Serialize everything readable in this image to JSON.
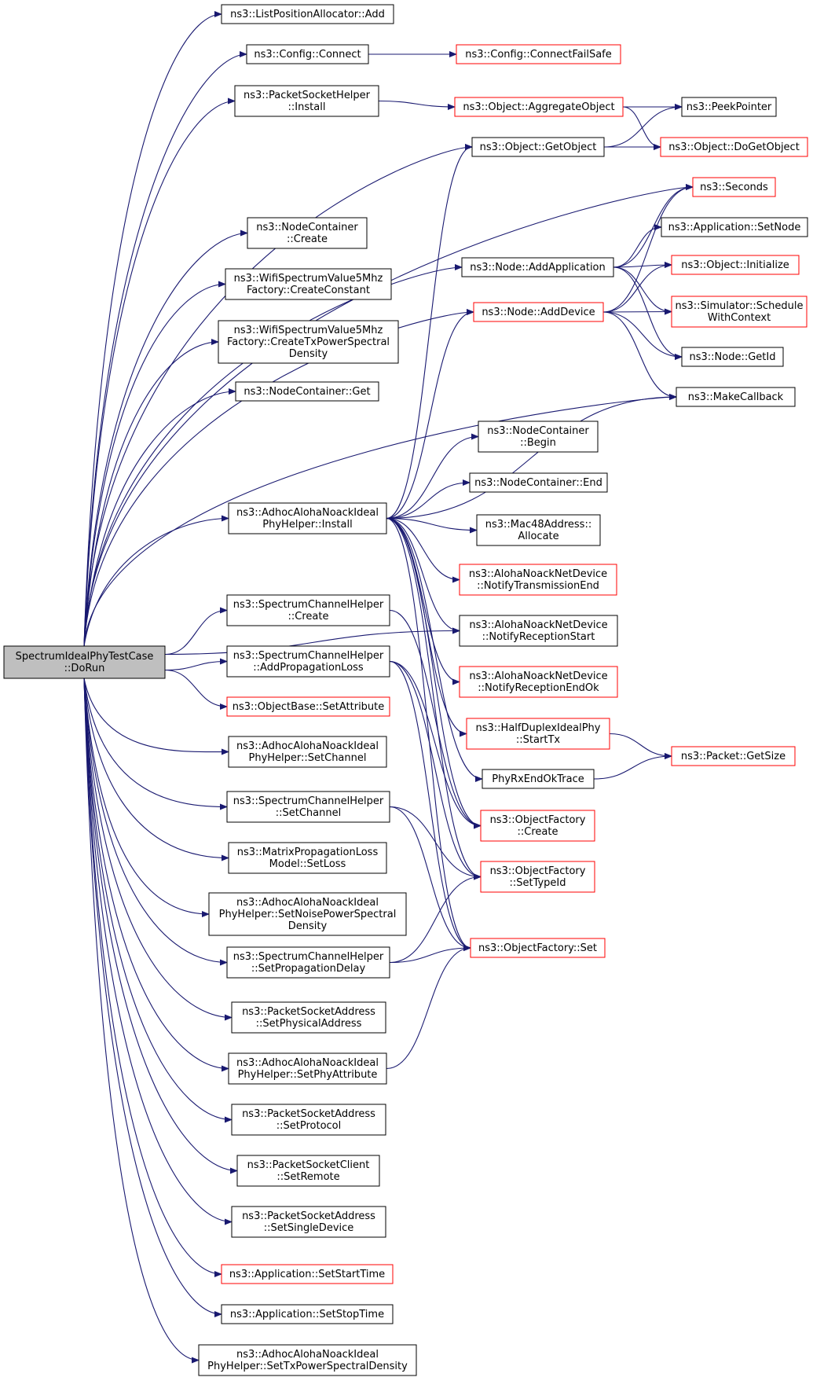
{
  "colors": {
    "edge": "#191970",
    "border_default": "#000000",
    "border_red": "#ff0000",
    "root_fill": "#bfbfbf",
    "fill": "#ffffff"
  },
  "root": {
    "id": "root",
    "lines": [
      "SpectrumIdealPhyTestCase",
      "::DoRun"
    ]
  },
  "nodes": [
    {
      "id": "n1",
      "lines": [
        "ns3::ListPositionAllocator::Add"
      ]
    },
    {
      "id": "n2",
      "lines": [
        "ns3::Config::Connect"
      ]
    },
    {
      "id": "n3",
      "lines": [
        "ns3::Config::ConnectFailSafe"
      ],
      "red": true
    },
    {
      "id": "n4",
      "lines": [
        "ns3::PacketSocketHelper",
        "::Install"
      ]
    },
    {
      "id": "n5",
      "lines": [
        "ns3::Object::AggregateObject"
      ],
      "red": true
    },
    {
      "id": "n6",
      "lines": [
        "ns3::PeekPointer"
      ]
    },
    {
      "id": "n7",
      "lines": [
        "ns3::Object::GetObject"
      ]
    },
    {
      "id": "n8",
      "lines": [
        "ns3::Object::DoGetObject"
      ],
      "red": true
    },
    {
      "id": "n9",
      "lines": [
        "ns3::Seconds"
      ],
      "red": true
    },
    {
      "id": "n10",
      "lines": [
        "ns3::NodeContainer",
        "::Create"
      ]
    },
    {
      "id": "n11",
      "lines": [
        "ns3::Application::SetNode"
      ]
    },
    {
      "id": "n12",
      "lines": [
        "ns3::WifiSpectrumValue5Mhz",
        "Factory::CreateConstant"
      ]
    },
    {
      "id": "n13",
      "lines": [
        "ns3::Node::AddApplication"
      ]
    },
    {
      "id": "n14",
      "lines": [
        "ns3::Object::Initialize"
      ],
      "red": true
    },
    {
      "id": "n15",
      "lines": [
        "ns3::Node::AddDevice"
      ],
      "red": true
    },
    {
      "id": "n16",
      "lines": [
        "ns3::Simulator::Schedule",
        "WithContext"
      ],
      "red": true
    },
    {
      "id": "n17",
      "lines": [
        "ns3::WifiSpectrumValue5Mhz",
        "Factory::CreateTxPowerSpectral",
        "Density"
      ]
    },
    {
      "id": "n18",
      "lines": [
        "ns3::Node::GetId"
      ]
    },
    {
      "id": "n19",
      "lines": [
        "ns3::NodeContainer::Get"
      ]
    },
    {
      "id": "n20",
      "lines": [
        "ns3::MakeCallback"
      ]
    },
    {
      "id": "n21",
      "lines": [
        "ns3::NodeContainer",
        "::Begin"
      ]
    },
    {
      "id": "n22",
      "lines": [
        "ns3::NodeContainer::End"
      ]
    },
    {
      "id": "n23",
      "lines": [
        "ns3::AdhocAlohaNoackIdeal",
        "PhyHelper::Install"
      ]
    },
    {
      "id": "n24",
      "lines": [
        "ns3::Mac48Address::",
        "Allocate"
      ]
    },
    {
      "id": "n25",
      "lines": [
        "ns3::AlohaNoackNetDevice",
        "::NotifyTransmissionEnd"
      ],
      "red": true
    },
    {
      "id": "n26",
      "lines": [
        "ns3::SpectrumChannelHelper",
        "::Create"
      ]
    },
    {
      "id": "n27",
      "lines": [
        "ns3::AlohaNoackNetDevice",
        "::NotifyReceptionStart"
      ]
    },
    {
      "id": "n28",
      "lines": [
        "ns3::SpectrumChannelHelper",
        "::AddPropagationLoss"
      ]
    },
    {
      "id": "n29",
      "lines": [
        "ns3::AlohaNoackNetDevice",
        "::NotifyReceptionEndOk"
      ],
      "red": true
    },
    {
      "id": "n30",
      "lines": [
        "ns3::ObjectBase::SetAttribute"
      ],
      "red": true
    },
    {
      "id": "n31",
      "lines": [
        "ns3::HalfDuplexIdealPhy",
        "::StartTx"
      ],
      "red": true
    },
    {
      "id": "n32",
      "lines": [
        "ns3::AdhocAlohaNoackIdeal",
        "PhyHelper::SetChannel"
      ]
    },
    {
      "id": "n33",
      "lines": [
        "ns3::Packet::GetSize"
      ],
      "red": true
    },
    {
      "id": "n34",
      "lines": [
        "PhyRxEndOkTrace"
      ]
    },
    {
      "id": "n35",
      "lines": [
        "ns3::SpectrumChannelHelper",
        "::SetChannel"
      ]
    },
    {
      "id": "n36",
      "lines": [
        "ns3::ObjectFactory",
        "::Create"
      ],
      "red": true
    },
    {
      "id": "n37",
      "lines": [
        "ns3::MatrixPropagationLoss",
        "Model::SetLoss"
      ]
    },
    {
      "id": "n38",
      "lines": [
        "ns3::ObjectFactory",
        "::SetTypeId"
      ],
      "red": true
    },
    {
      "id": "n39",
      "lines": [
        "ns3::AdhocAlohaNoackIdeal",
        "PhyHelper::SetNoisePowerSpectral",
        "Density"
      ]
    },
    {
      "id": "n40",
      "lines": [
        "ns3::SpectrumChannelHelper",
        "::SetPropagationDelay"
      ]
    },
    {
      "id": "n41",
      "lines": [
        "ns3::ObjectFactory::Set"
      ],
      "red": true
    },
    {
      "id": "n42",
      "lines": [
        "ns3::PacketSocketAddress",
        "::SetPhysicalAddress"
      ]
    },
    {
      "id": "n43",
      "lines": [
        "ns3::AdhocAlohaNoackIdeal",
        "PhyHelper::SetPhyAttribute"
      ]
    },
    {
      "id": "n44",
      "lines": [
        "ns3::PacketSocketAddress",
        "::SetProtocol"
      ]
    },
    {
      "id": "n45",
      "lines": [
        "ns3::PacketSocketClient",
        "::SetRemote"
      ]
    },
    {
      "id": "n46",
      "lines": [
        "ns3::PacketSocketAddress",
        "::SetSingleDevice"
      ]
    },
    {
      "id": "n47",
      "lines": [
        "ns3::Application::SetStartTime"
      ],
      "red": true
    },
    {
      "id": "n48",
      "lines": [
        "ns3::Application::SetStopTime"
      ]
    },
    {
      "id": "n49",
      "lines": [
        "ns3::AdhocAlohaNoackIdeal",
        "PhyHelper::SetTxPowerSpectralDensity"
      ]
    }
  ],
  "edges": [
    [
      "root",
      "n1"
    ],
    [
      "root",
      "n2"
    ],
    [
      "root",
      "n4"
    ],
    [
      "root",
      "n7"
    ],
    [
      "root",
      "n9"
    ],
    [
      "root",
      "n10"
    ],
    [
      "root",
      "n12"
    ],
    [
      "root",
      "n17"
    ],
    [
      "root",
      "n19"
    ],
    [
      "root",
      "n13"
    ],
    [
      "root",
      "n15"
    ],
    [
      "root",
      "n20"
    ],
    [
      "root",
      "n23"
    ],
    [
      "root",
      "n27"
    ],
    [
      "root",
      "n26"
    ],
    [
      "root",
      "n28"
    ],
    [
      "root",
      "n30"
    ],
    [
      "root",
      "n32"
    ],
    [
      "root",
      "n35"
    ],
    [
      "root",
      "n37"
    ],
    [
      "root",
      "n39"
    ],
    [
      "root",
      "n40"
    ],
    [
      "root",
      "n42"
    ],
    [
      "root",
      "n43"
    ],
    [
      "root",
      "n44"
    ],
    [
      "root",
      "n45"
    ],
    [
      "root",
      "n46"
    ],
    [
      "root",
      "n47"
    ],
    [
      "root",
      "n48"
    ],
    [
      "root",
      "n49"
    ],
    [
      "n2",
      "n3"
    ],
    [
      "n4",
      "n5"
    ],
    [
      "n5",
      "n6"
    ],
    [
      "n5",
      "n8"
    ],
    [
      "n7",
      "n6"
    ],
    [
      "n7",
      "n8"
    ],
    [
      "n13",
      "n9"
    ],
    [
      "n13",
      "n11"
    ],
    [
      "n13",
      "n14"
    ],
    [
      "n13",
      "n16"
    ],
    [
      "n13",
      "n18"
    ],
    [
      "n15",
      "n9"
    ],
    [
      "n15",
      "n14"
    ],
    [
      "n15",
      "n16"
    ],
    [
      "n15",
      "n18"
    ],
    [
      "n15",
      "n20"
    ],
    [
      "n23",
      "n7"
    ],
    [
      "n23",
      "n15"
    ],
    [
      "n23",
      "n20"
    ],
    [
      "n23",
      "n21"
    ],
    [
      "n23",
      "n22"
    ],
    [
      "n23",
      "n24"
    ],
    [
      "n23",
      "n25"
    ],
    [
      "n23",
      "n27"
    ],
    [
      "n23",
      "n29"
    ],
    [
      "n23",
      "n31"
    ],
    [
      "n23",
      "n34"
    ],
    [
      "n23",
      "n36"
    ],
    [
      "n23",
      "n38"
    ],
    [
      "n23",
      "n41"
    ],
    [
      "n26",
      "n36"
    ],
    [
      "n28",
      "n36"
    ],
    [
      "n28",
      "n38"
    ],
    [
      "n28",
      "n41"
    ],
    [
      "n35",
      "n38"
    ],
    [
      "n35",
      "n41"
    ],
    [
      "n40",
      "n38"
    ],
    [
      "n40",
      "n41"
    ],
    [
      "n43",
      "n41"
    ],
    [
      "n31",
      "n33"
    ],
    [
      "n34",
      "n33"
    ]
  ]
}
